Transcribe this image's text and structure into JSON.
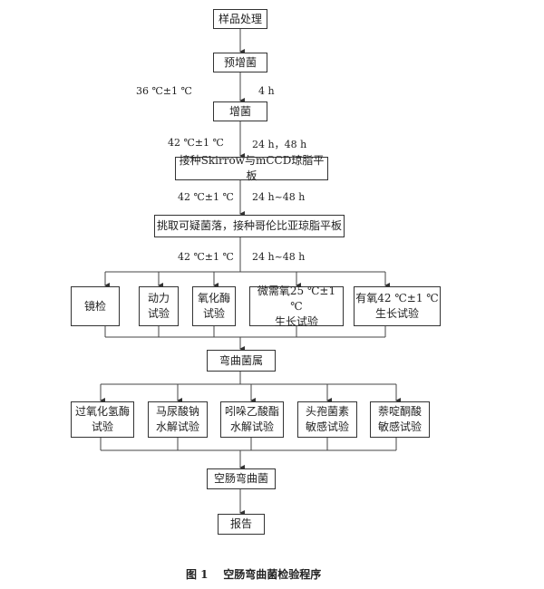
{
  "steps": {
    "sample": "样品处理",
    "preenrich": "预增菌",
    "enrich": "增菌",
    "inoculate": "接种Skirrow与mCCD琼脂平板",
    "pick": "挑取可疑菌落，接种哥伦比亚琼脂平板",
    "genus": "弯曲菌属",
    "species": "空肠弯曲菌",
    "report": "报告"
  },
  "conditions": {
    "c1_temp": "36 ℃±1 ℃",
    "c1_time": "4 h",
    "c2_temp": "42 ℃±1 ℃",
    "c2_time": "24 h，48 h",
    "c3_temp": "42 ℃±1 ℃",
    "c3_time": "24 h~48 h",
    "c4_temp": "42 ℃±1 ℃",
    "c4_time": "24 h~48 h"
  },
  "tests1": [
    "镜检",
    "动力\n试验",
    "氧化酶\n试验",
    "微需氧25 ℃±1 ℃\n生长试验",
    "有氧42 ℃±1 ℃\n生长试验"
  ],
  "tests2": [
    "过氧化氢酶\n试验",
    "马尿酸钠\n水解试验",
    "吲哚乙酸酯\n水解试验",
    "头孢菌素\n敏感试验",
    "萘啶酮酸\n敏感试验"
  ],
  "caption": "图 1    空肠弯曲菌检验程序"
}
